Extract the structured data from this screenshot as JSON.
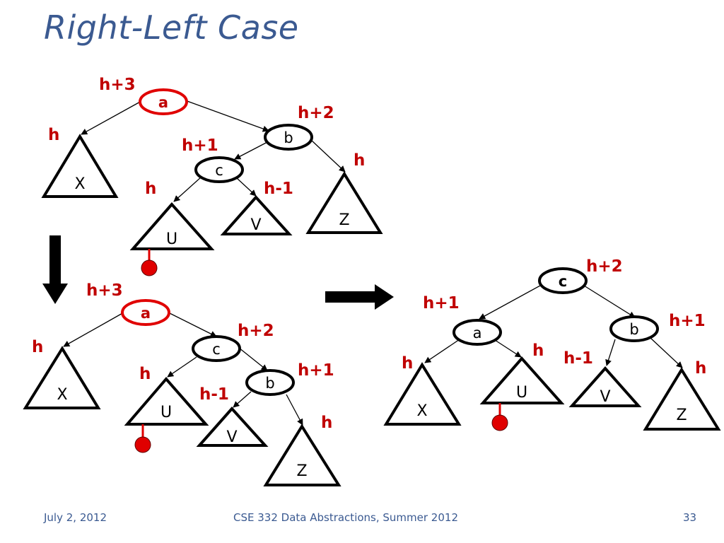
{
  "slide": {
    "title": "Right-Left Case"
  },
  "footer": {
    "date": "July 2, 2012",
    "course": "CSE 332 Data Abstractions, Summer 2012",
    "page": "33"
  },
  "diagram1": {
    "nodes": {
      "a": "a",
      "b": "b",
      "c": "c"
    },
    "subtrees": {
      "x": "X",
      "u": "U",
      "v": "V",
      "z": "Z"
    },
    "heights": {
      "a": "h+3",
      "b": "h+2",
      "c": "h+1",
      "x": "h",
      "u": "h",
      "v": "h-1",
      "z": "h"
    }
  },
  "diagram2": {
    "nodes": {
      "a": "a",
      "c": "c",
      "b": "b"
    },
    "subtrees": {
      "x": "X",
      "u": "U",
      "v": "V",
      "z": "Z"
    },
    "heights": {
      "a": "h+3",
      "c": "h+2",
      "b": "h+1",
      "x": "h",
      "u": "h",
      "v": "h-1",
      "z": "h"
    }
  },
  "diagram3": {
    "nodes": {
      "c": "c",
      "a": "a",
      "b": "b"
    },
    "subtrees": {
      "x": "X",
      "u": "U",
      "v": "V",
      "z": "Z"
    },
    "heights": {
      "c": "h+2",
      "a": "h+1",
      "b": "h+1",
      "x": "h",
      "u": "h",
      "v": "h-1",
      "z": "h"
    }
  },
  "colors": {
    "title": "#3b5a91",
    "height_label": "#c00000",
    "unbalanced_node": "#e00000",
    "insert_marker": "#e00000"
  }
}
